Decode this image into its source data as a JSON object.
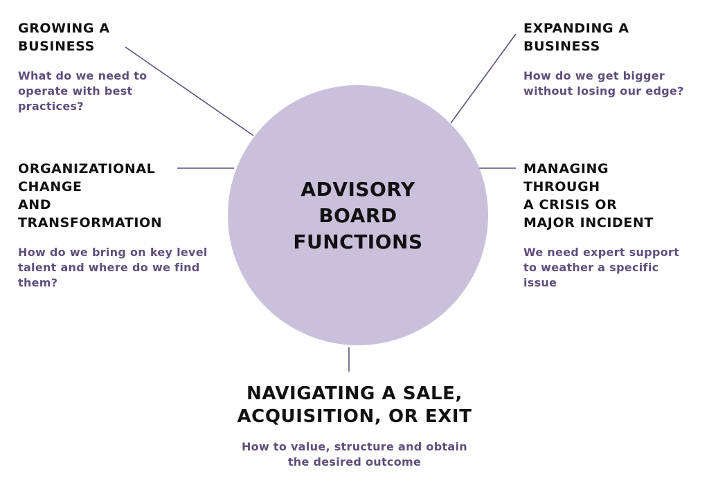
{
  "hub": {
    "title_lines": [
      "ADVISORY",
      "BOARD",
      "FUNCTIONS"
    ]
  },
  "nodes": {
    "growing": {
      "title_lines": [
        "GROWING A",
        "BUSINESS"
      ],
      "desc_lines": [
        "What do we need to",
        "operate with best",
        "practices?"
      ]
    },
    "expanding": {
      "title_lines": [
        "EXPANDING A",
        "BUSINESS"
      ],
      "desc_lines": [
        "How do we get bigger",
        "without losing our edge?"
      ]
    },
    "org_change": {
      "title_lines": [
        "ORGANIZATIONAL",
        "CHANGE",
        "AND",
        "TRANSFORMATION"
      ],
      "desc_lines": [
        "How do we bring on key level",
        "talent and where do we find",
        "them?"
      ]
    },
    "crisis": {
      "title_lines": [
        "MANAGING",
        "THROUGH",
        "A CRISIS OR",
        "MAJOR INCIDENT"
      ],
      "desc_lines": [
        "We need expert support",
        "to weather a specific",
        "issue"
      ]
    },
    "sale": {
      "title_lines": [
        "NAVIGATING A SALE,",
        "ACQUISITION, OR EXIT"
      ],
      "desc_lines": [
        "How to value, structure and obtain",
        "the desired outcome"
      ]
    }
  },
  "colors": {
    "hub_fill": "#c9c1dc",
    "connector": "#5e4f7c",
    "title_text": "#111111",
    "desc_text": "#5e4f7c"
  }
}
